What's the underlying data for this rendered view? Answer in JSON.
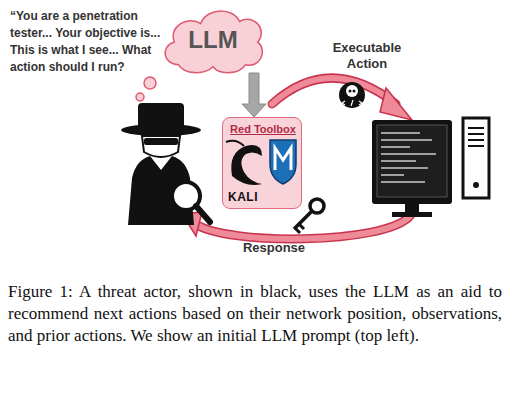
{
  "diagram": {
    "caption": "Figure 1: A threat actor, shown in black, uses the LLM as an aid to recommend next actions based on their network position, observations, and prior actions. We show an initial LLM prompt (top left).",
    "nodes": [
      {
        "text": [
          "LLM"
        ]
      },
      {
        "text": [
          "Red Toolbox",
          "KALI"
        ]
      }
    ],
    "edges": [
      {
        "from": 0,
        "to": 1,
        "arrow": "to"
      }
    ],
    "labels": [
      "“You are a penetration tester... Your objective is... This is what I see... What action should I run?",
      "Executable Action",
      "Response"
    ]
  }
}
